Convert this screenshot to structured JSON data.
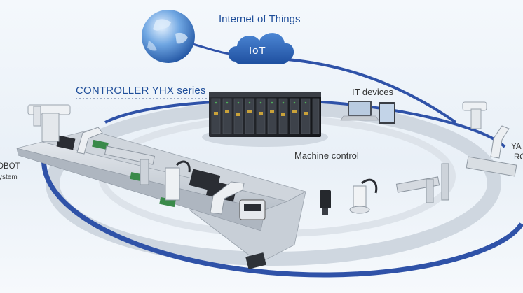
{
  "labels": {
    "internet_of_things": "Internet of Things",
    "iot": "IoT",
    "controller": "CONTROLLER YHX series",
    "it_devices": "IT devices",
    "machine_control": "Machine control",
    "robot_left": "OBOT",
    "system_left": "ystem",
    "robot_right_1": "YA",
    "robot_right_2": "RO"
  },
  "colors": {
    "brand_blue": "#1f4e9a",
    "ring_blue": "#2f52a8",
    "cloud_blue": "#2b63b8",
    "ring_gray": "#c9d2dc"
  },
  "icons": {
    "globe": "globe-icon",
    "cloud": "cloud-icon",
    "laptop": "laptop-icon",
    "tablet": "tablet-icon",
    "controller": "controller-rack-icon"
  }
}
